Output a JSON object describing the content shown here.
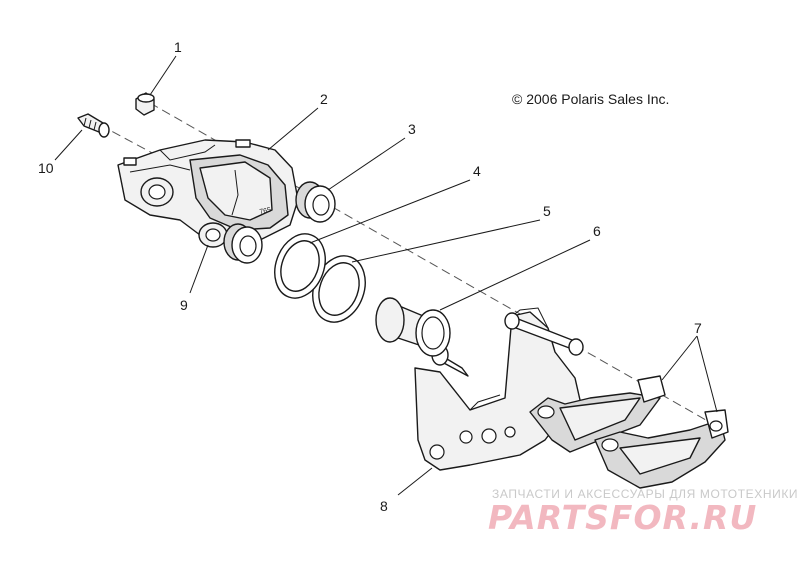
{
  "copyright": "© 2006 Polaris Sales Inc.",
  "caliper_marking": "765",
  "callouts": [
    "1",
    "2",
    "3",
    "4",
    "5",
    "6",
    "7",
    "8",
    "9",
    "10"
  ],
  "watermark": {
    "caption": "ЗАПЧАСТИ И АКСЕССУАРЫ ДЛЯ МОТОТЕХНИКИ",
    "logo": "PARTSFOR.RU"
  }
}
